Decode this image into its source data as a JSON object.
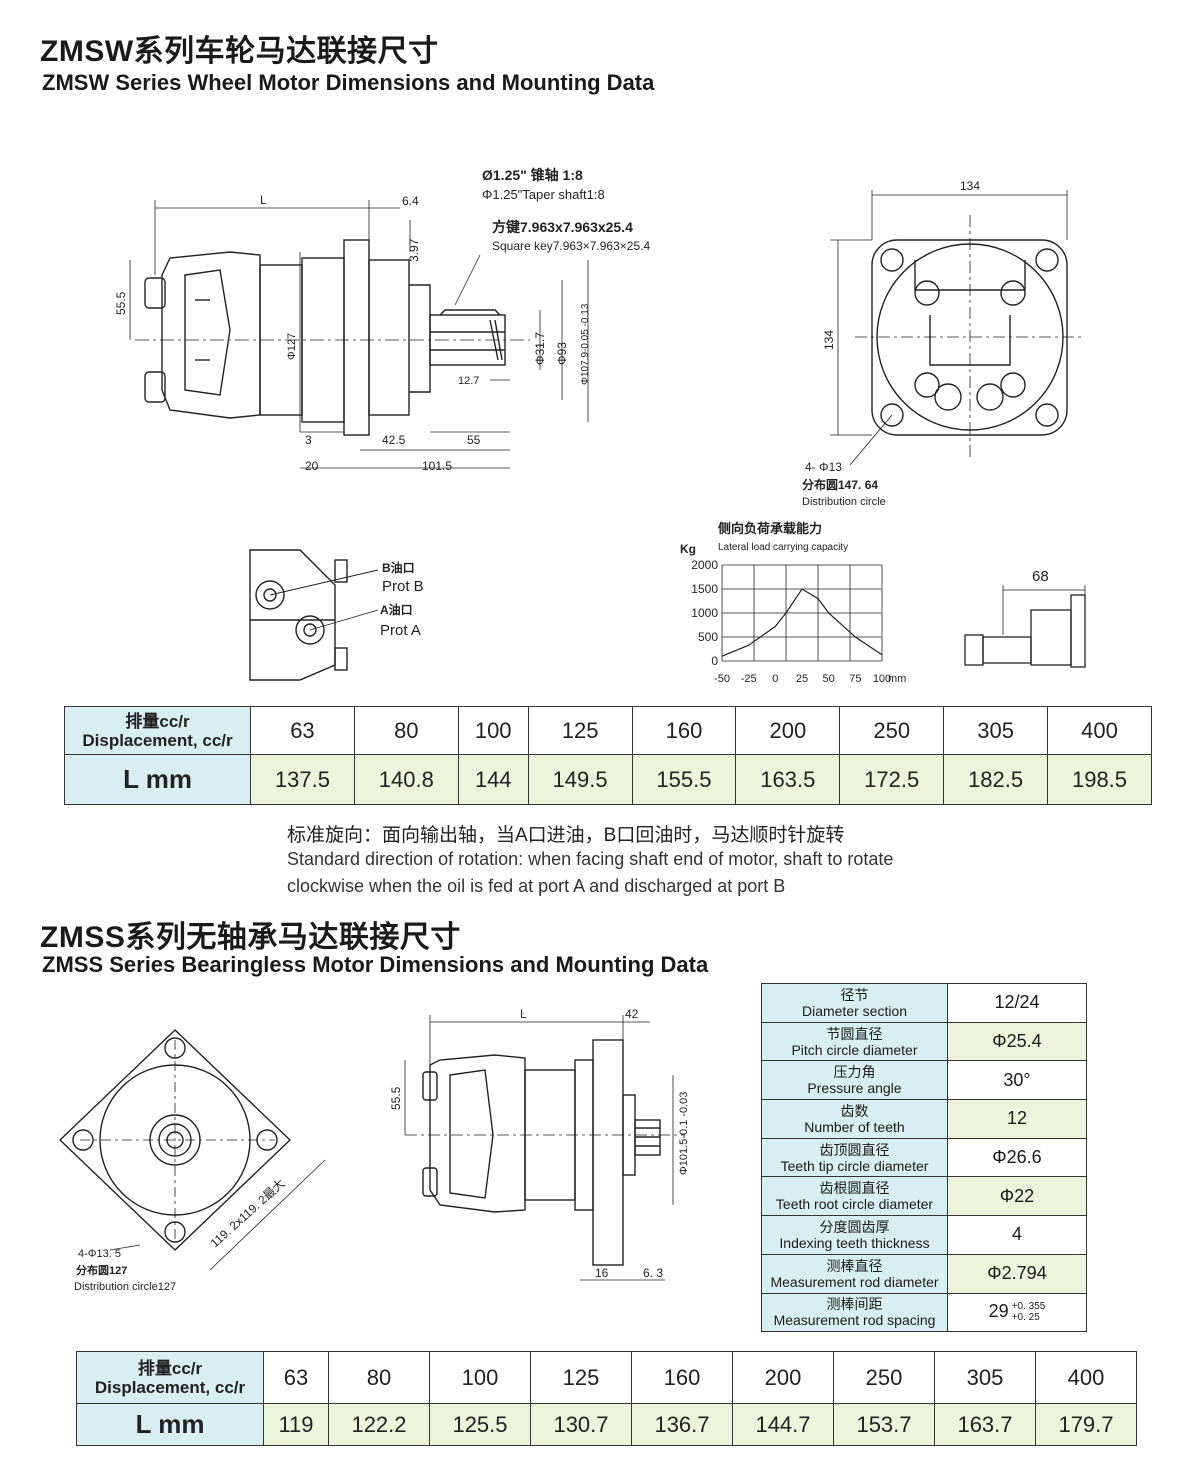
{
  "zmsw": {
    "title_cn": "ZMSW系列车轮马达联接尺寸",
    "title_en": "ZMSW Series Wheel Motor Dimensions and Mounting Data",
    "dims": {
      "L": "L",
      "d64": "6.4",
      "d397": "3.97",
      "d555": "55.5",
      "phi127": "Φ127",
      "phi317": "Φ31.7",
      "phi93": "Φ93",
      "phi1079": "Φ107.9-0.05 -0.13",
      "d127": "12.7",
      "d3": "3",
      "d425": "42.5",
      "d55": "55",
      "d20": "20",
      "d1015": "101.5",
      "taper_cn": "Ø1.25\" 锥轴 1:8",
      "taper_en": "Φ1.25\"Taper shaft1:8",
      "key_cn": "方键7.963x7.963x25.4",
      "key_en": "Square key7.963×7.963×25.4",
      "d134_top": "134",
      "d134_side": "134",
      "holes": "4- Φ13",
      "dist_cn": "分布圆147. 64",
      "dist_en": "Distribution circle"
    },
    "ports": {
      "b_cn": "B油口",
      "b_en": "Prot B",
      "a_cn": "A油口",
      "a_en": "Prot A"
    },
    "side_dim": "68",
    "chart_data": {
      "type": "line",
      "title": "侧向负荷承载能力",
      "subtitle": "Lateral load carrying capacity",
      "ylabel": "Kg",
      "xlabel": "mm",
      "x_ticks": [
        "-50",
        "-25",
        "0",
        "25",
        "50",
        "75",
        "100"
      ],
      "y_ticks": [
        "0",
        "500",
        "1000",
        "1500",
        "2000"
      ],
      "xlim": [
        -50,
        100
      ],
      "ylim": [
        0,
        2000
      ],
      "x": [
        -50,
        -25,
        0,
        10,
        25,
        40,
        50,
        75,
        100
      ],
      "y": [
        100,
        330,
        720,
        1000,
        1500,
        1300,
        1000,
        500,
        130
      ]
    },
    "table": {
      "head_cn": "排量cc/r",
      "head_en": "Displacement, cc/r",
      "row_label": "L mm",
      "displacements": [
        "63",
        "80",
        "100",
        "125",
        "160",
        "200",
        "250",
        "305",
        "400"
      ],
      "lengths": [
        "137.5",
        "140.8",
        "144",
        "149.5",
        "155.5",
        "163.5",
        "172.5",
        "182.5",
        "198.5"
      ]
    },
    "note_cn": "标准旋向：面向输出轴，当A口进油，B口回油时，马达顺时针旋转",
    "note_en1": "Standard direction of rotation: when facing shaft end of motor, shaft to rotate",
    "note_en2": "clockwise when  the oil is fed at port A and discharged at port B"
  },
  "zmss": {
    "title_cn": "ZMSS系列无轴承马达联接尺寸",
    "title_en": "ZMSS Series Bearingless Motor Dimensions and Mounting Data",
    "dims": {
      "diag": "119. 2x119. 2最大",
      "holes": "4-Φ13. 5",
      "dist_cn": "分布圆127",
      "dist_en": "Distribution circle127",
      "L": "L",
      "d42": "42",
      "d555": "55.5",
      "phi1015": "Φ101.5-0.1 -0.03",
      "d16": "16",
      "d63": "6. 3"
    },
    "spline": [
      {
        "cn": "径节",
        "en": "Diameter section",
        "val": "12/24"
      },
      {
        "cn": "节圆直径",
        "en": "Pitch circle diameter",
        "val": "Φ25.4"
      },
      {
        "cn": "压力角",
        "en": "Pressure angle",
        "val": "30°"
      },
      {
        "cn": "齿数",
        "en": "Number of teeth",
        "val": "12"
      },
      {
        "cn": "齿顶圆直径",
        "en": "Teeth tip circle diameter",
        "val": "Φ26.6"
      },
      {
        "cn": "齿根圆直径",
        "en": "Teeth root circle diameter",
        "val": "Φ22"
      },
      {
        "cn": "分度圆齿厚",
        "en": "Indexing teeth thickness",
        "val": "4"
      },
      {
        "cn": "测棒直径",
        "en": "Measurement rod diameter",
        "val": "Φ2.794"
      },
      {
        "cn": "测棒间距",
        "en": "Measurement rod spacing",
        "val": "29",
        "sup": "+0. 355",
        "sub": "+0. 25"
      }
    ],
    "table": {
      "head_cn": "排量cc/r",
      "head_en": "Displacement, cc/r",
      "row_label": "L mm",
      "displacements": [
        "63",
        "80",
        "100",
        "125",
        "160",
        "200",
        "250",
        "305",
        "400"
      ],
      "lengths": [
        "119",
        "122.2",
        "125.5",
        "130.7",
        "136.7",
        "144.7",
        "153.7",
        "163.7",
        "179.7"
      ]
    }
  }
}
